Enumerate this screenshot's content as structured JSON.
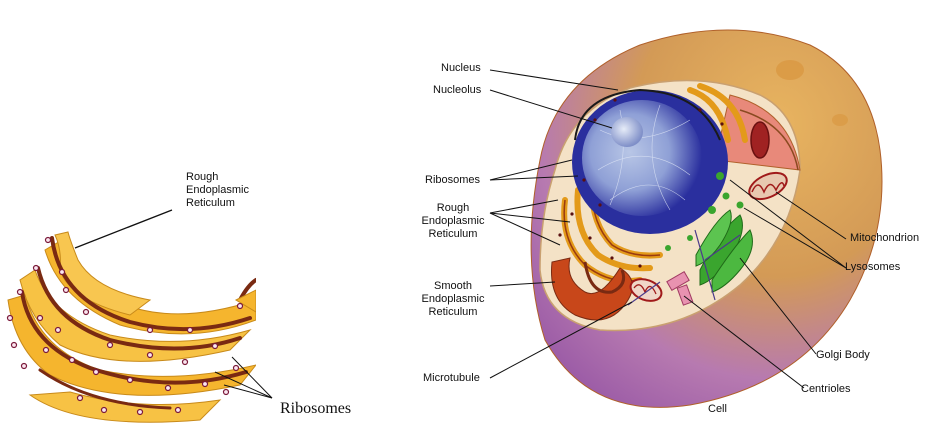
{
  "left_figure": {
    "rer_label": [
      "Rough",
      "Endoplasmic",
      "Reticulum"
    ],
    "ribosomes_label": "Ribosomes"
  },
  "cell_figure": {
    "labels": {
      "nucleus": "Nucleus",
      "nucleolus": "Nucleolus",
      "ribosomes": "Ribosomes",
      "rough_er": [
        "Rough",
        "Endoplasmic",
        "Reticulum"
      ],
      "smooth_er": [
        "Smooth",
        "Endoplasmic",
        "Reticulum"
      ],
      "microtubule": "Microtubule",
      "mitochondrion": "Mitochondrion",
      "lysosomes": "Lysosomes",
      "golgi_body": "Golgi Body",
      "centrioles": "Centrioles",
      "cell": "Cell"
    }
  },
  "colors": {
    "er_fill": "#f5b52e",
    "er_dark": "#7a2a12",
    "cell_outer": "#b06fb8",
    "cell_top": "#e0a24a",
    "nucleus": "#2a2f9e",
    "golgi": "#3aa52e"
  }
}
